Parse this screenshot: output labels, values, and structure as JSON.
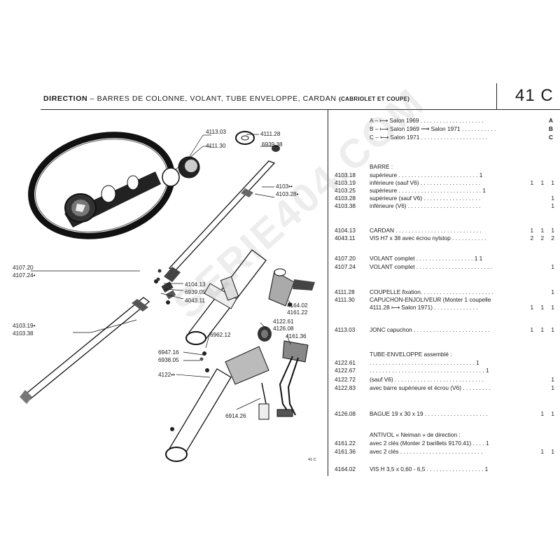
{
  "header": {
    "title_main": "DIRECTION",
    "title_rest": " – BARRES DE COLONNE, VOLANT, TUBE ENVELOPPE, CARDAN ",
    "title_suffix": "(CABRIOLET ET COUPE)",
    "page_number": "41 C"
  },
  "legend": [
    {
      "text": "A – ⟼ Salon 1969 . . . . . . . . . . . . . . . . . . . .",
      "key": "A"
    },
    {
      "text": "B – ⟼ Salon 1969 ⟶ Salon 1971 . . . . . . . . . . .",
      "key": "B"
    },
    {
      "text": "C – ⟼ Salon 1971 . . . . . . . . . . . . . . . . . . . . .",
      "key": "C"
    }
  ],
  "parts": [
    {
      "ref": "",
      "desc": "BARRE :",
      "qty": ""
    },
    {
      "ref": "4103.18",
      "desc": "supérieure . . . . . . . . . . . . . . . . . . . . . . . . . 1",
      "qty": ""
    },
    {
      "ref": "4103.19",
      "desc": "inférieure (sauf V6) . . . . . . . . . . . . . . . . . . .",
      "qty": "1 1 1"
    },
    {
      "ref": "4103.25",
      "desc": "supérieure . . . . . . . . . . . . . . . . . . . . . . . . . . 1",
      "qty": ""
    },
    {
      "ref": "4103.28",
      "desc": "supérieure (sauf V6) . . . . . . . . . . . . . . . . . .",
      "qty": "1"
    },
    {
      "ref": "4103.38",
      "desc": "inférieure (V6) . . . . . . . . . . . . . . . . . . . . . . .",
      "qty": "1"
    },
    {
      "ref": "4104.13",
      "desc": "CARDAN . . . . . . . . . . . . . . . . . . . . . . . . . . .",
      "qty": "1 1 1"
    },
    {
      "ref": "4043.11",
      "desc": "VIS H7 x 38 avec écrou nylstop . . . . . . . . . . .",
      "qty": "2 2 2"
    },
    {
      "ref": "4107.20",
      "desc": "VOLANT complet . . . . . . . . . . . . . . . . . . 1 1",
      "qty": ""
    },
    {
      "ref": "4107.24",
      "desc": "VOLANT complet . . . . . . . . . . . . . . . . . . . . . . . .",
      "qty": "1"
    },
    {
      "ref": "4111.28",
      "desc": "COUPELLE fixation. . . . . . . . . . . . . . . . . . . . . . .",
      "qty": "1"
    },
    {
      "ref": "4111.30",
      "desc": "CAPUCHON-ENJOLIVEUR (Monter 1 coupelle",
      "qty": ""
    },
    {
      "ref": "",
      "desc": "4111.28 ⟼ Salon 1971) . . . . . . . . . . . . . .",
      "qty": "1 1 1"
    },
    {
      "ref": "4113.03",
      "desc": "JONC capuchon . . . . . . . . . . . . . . . . . . . . . . . .",
      "qty": "1 1 1"
    },
    {
      "ref": "",
      "desc": "TUBE-ENVELOPPE assemblé :",
      "qty": ""
    },
    {
      "ref": "4122.61",
      "desc": ". . . . . . . . . . . . . . . . . . . . . . . . . . . . . . . . . 1",
      "qty": ""
    },
    {
      "ref": "4122.67",
      "desc": ". . . . . . . . . . . . . . . . . . . . . . . . . . . . . . . . . . . . 1",
      "qty": ""
    },
    {
      "ref": "4122.72",
      "desc": "(sauf V6) . . . . . . . . . . . . . . . . . . . . . . . . . . . .",
      "qty": "1"
    },
    {
      "ref": "4122.83",
      "desc": "avec barre supérieure et écrou (V6) . . . . . . . . .",
      "qty": "1"
    },
    {
      "ref": "4126.08",
      "desc": "BAGUE 19 x 30 x 19 . . . . . . . . . . . . . . . . . . . .",
      "qty": "1 1"
    },
    {
      "ref": "",
      "desc": "ANTIVOL « Neiman » de direction :",
      "qty": ""
    },
    {
      "ref": "4161.22",
      "desc": "avec 2 clés (Monter 2 barillets 9170.41) . . . . 1",
      "qty": ""
    },
    {
      "ref": "4161.36",
      "desc": "avec 2 clés . . . . . . . . . . . . . . . . . . . . . . . . . .",
      "qty": "1 1"
    },
    {
      "ref": "4164.02",
      "desc": "VIS H 3,5 x 0,60 - 6,5 . . . . . . . . . . . . . . . . . . 1",
      "qty": ""
    }
  ],
  "diagram_labels": {
    "l4113_03": "4113.03",
    "l4111_28": "4111.28",
    "l4111_30": "4111.30",
    "l6939_38": "6939.38",
    "l4103_a": "4103••",
    "l4103_b": "4103.28•",
    "l4107_20": "4107.20",
    "l4107_24": "4107.24•",
    "l4104_13": "4104.13",
    "l6939_05": "6939.05",
    "l4043_11": "4043.11",
    "l4164_02": "4164.02",
    "l4161_22": "4161.22",
    "l4122_61": "4122.61",
    "l4126_08": "4126.08",
    "l4161_36": "4161.36",
    "l4103_19": "4103.19•",
    "l4103_38": "4103.38",
    "l6962_12": "6962.12",
    "l6947_16": "6947.16",
    "l6938_05": "6938.05",
    "l4122": "4122••",
    "l6914_26": "6914.26"
  },
  "footer_code": "41 C",
  "watermark": "SERIE404.COM"
}
